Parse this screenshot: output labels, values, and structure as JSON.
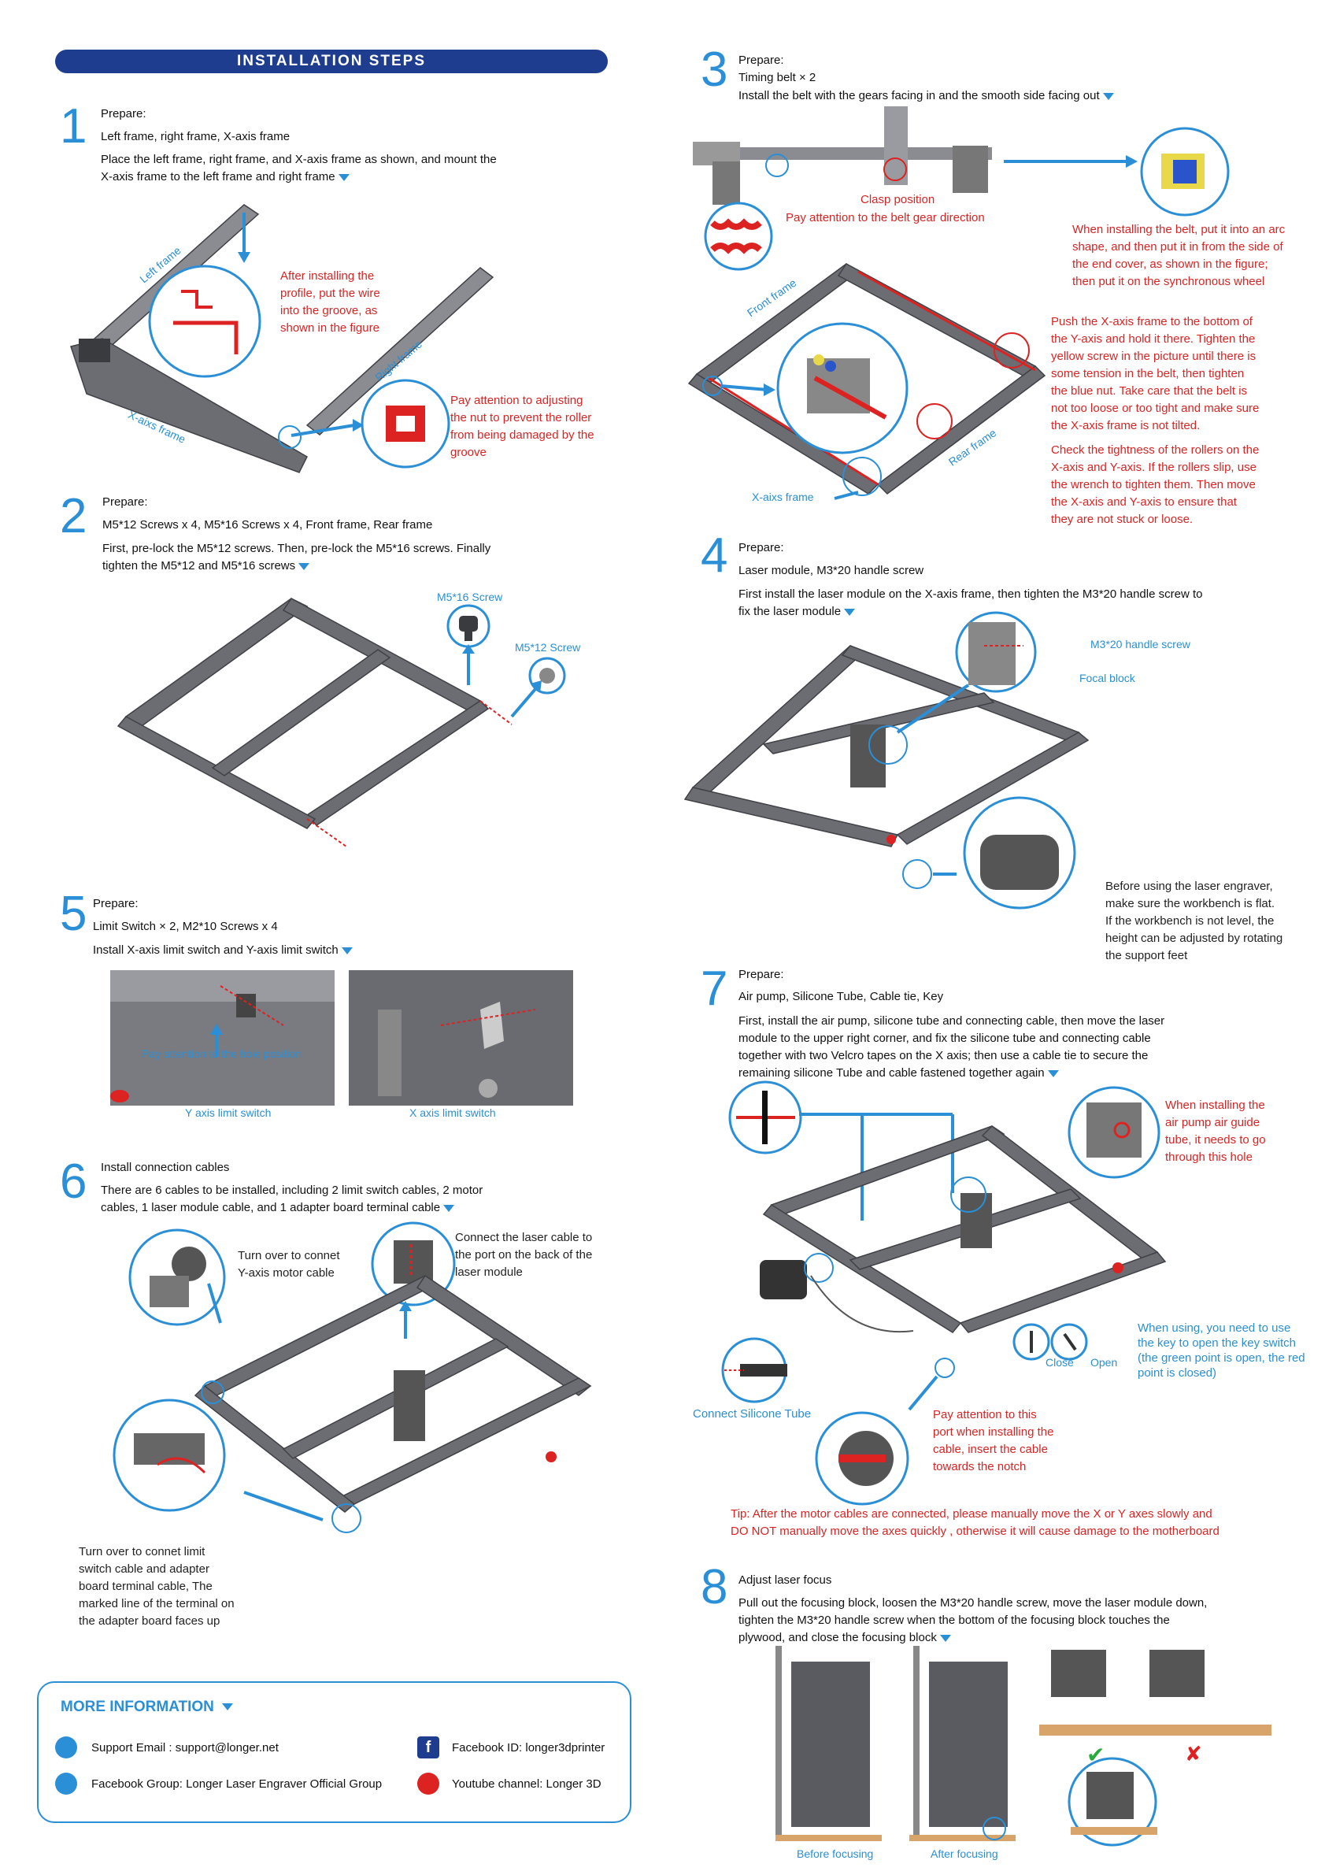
{
  "banner": "INSTALLATION STEPS",
  "step1": {
    "num": "1",
    "prepare": "Prepare:",
    "items": "Left frame, right frame, X-axis frame",
    "desc1": "Place the left frame, right frame, and X-axis frame as shown, and mount the",
    "desc2": "X-axis frame to the left frame and right frame",
    "label_left": "Left frame",
    "label_right": "Right frame",
    "label_x": "X-aixs frame",
    "note1": [
      "After installing the",
      "profile, put the wire",
      "into the groove, as",
      "shown in the figure"
    ],
    "note2": [
      "Pay attention to adjusting",
      "the nut to prevent the roller",
      "from being damaged by the",
      "groove"
    ]
  },
  "step2": {
    "num": "2",
    "prepare": "Prepare:",
    "items": "M5*12 Screws x 4, M5*16 Screws x 4, Front frame, Rear frame",
    "desc1": "First, pre-lock the M5*12 screws. Then, pre-lock the M5*16 screws. Finally",
    "desc2": "tighten the M5*12 and M5*16 screws",
    "label_a": "M5*16 Screw",
    "label_b": "M5*12 Screw"
  },
  "step3": {
    "num": "3",
    "prepare": "Prepare:",
    "items": "Timing belt × 2",
    "desc": "Install the belt with the gears facing in and the smooth side facing out",
    "clasp": "Clasp position",
    "gear": "Pay attention to the belt gear direction",
    "note_install": [
      "When installing the belt, put it into an arc",
      "shape, and then put it in from the side of",
      "the end cover, as shown in the figure;",
      "then put it on the synchronous wheel"
    ],
    "label_front": "Front frame",
    "label_rear": "Rear frame",
    "label_x": "X-aixs frame",
    "note_push": [
      "Push the X-axis frame to the bottom of",
      "the Y-axis and hold it there. Tighten the",
      "yellow screw in the picture until there is",
      "some tension in the belt, then tighten",
      "the blue nut. Take care that the belt is",
      "not too loose or too tight and make sure",
      "the X-axis frame is not tilted."
    ],
    "note_check": [
      "Check the tightness of the rollers on the",
      "X-axis and Y-axis. If the rollers slip, use",
      "the wrench to tighten them. Then move",
      "the X-axis and Y-axis to ensure that",
      "they are not stuck or loose."
    ]
  },
  "step4": {
    "num": "4",
    "prepare": "Prepare:",
    "items": "Laser module,  M3*20 handle screw",
    "desc1": "First install the laser module on the X-axis frame, then tighten the M3*20 handle screw to",
    "desc2": "fix the laser module",
    "label_screw": "M3*20 handle screw",
    "label_focal": "Focal block",
    "note_level": [
      "Before using the laser engraver,",
      "make sure the workbench is flat.",
      "If the workbench is not level, the",
      "height can be adjusted by rotating",
      "the support feet"
    ]
  },
  "step5": {
    "num": "5",
    "prepare": "Prepare:",
    "items": "Limit Switch × 2, M2*10 Screws x 4",
    "desc": "Install X-axis limit switch and Y-axis limit switch",
    "hole": "Pay attention to the hole position",
    "label_y": "Y axis limit switch",
    "label_x": "X axis limit switch"
  },
  "step6": {
    "num": "6",
    "title": "Install connection cables",
    "desc1": "There are 6 cables to be installed, including 2 limit switch cables, 2 motor",
    "desc2": "cables, 1 laser module cable, and 1 adapter board terminal cable",
    "note_motor": [
      "Turn over to connet",
      "Y-axis motor cable"
    ],
    "note_laser": [
      "Connect the laser cable to",
      "the port on the back of the",
      "laser module"
    ],
    "note_limit": [
      "Turn over to connet limit",
      "switch cable and adapter",
      "board terminal cable, The",
      "marked line of the terminal on",
      "the adapter board faces up"
    ]
  },
  "step7": {
    "num": "7",
    "prepare": "Prepare:",
    "items": "Air pump,  Silicone Tube, Cable tie, Key",
    "desc": [
      "First, install the air pump, silicone tube and connecting cable, then move the laser",
      "module to the upper right corner, and fix the silicone tube and connecting cable",
      "together with two Velcro tapes on the X axis; then use a cable tie to secure the",
      "remaining silicone Tube and cable fastened together again"
    ],
    "note_hole": [
      "When installing the",
      "air pump air guide",
      "tube, it needs to go",
      "through this hole"
    ],
    "close": "Close",
    "open": "Open",
    "note_key": [
      "When using, you need to use",
      "the key to open the key switch",
      "(the green point is open, the red",
      "point is closed)"
    ],
    "connect_tube": "Connect Silicone Tube",
    "note_port": [
      "Pay attention to this",
      "port when installing the",
      "cable, insert the cable",
      "towards the notch"
    ],
    "tip1": "Tip: After the motor cables are connected, please manually move the X or Y axes slowly and",
    "tip2": "DO NOT manually move the axes quickly , otherwise it will cause damage to the motherboard"
  },
  "step8": {
    "num": "8",
    "title": "Adjust laser focus",
    "desc": [
      "Pull out the focusing block, loosen the M3*20 handle screw, move the laser module down,",
      "tighten the M3*20 handle screw when the bottom of the focusing block touches the",
      "plywood, and close the focusing block"
    ],
    "before": "Before focusing",
    "after": "After focusing",
    "ok": "✔",
    "no": "✘"
  },
  "more": {
    "title": "MORE INFORMATION",
    "email": "Support Email : support@longer.net",
    "group": "Facebook Group: Longer Laser Engraver Official Group",
    "fbid": "Facebook ID: longer3dprinter",
    "yt": "Youtube channel: Longer 3D",
    "fb_glyph": "f"
  },
  "colors": {
    "accent": "#2a8fd6",
    "banner": "#1f3d8f",
    "warning": "#d22",
    "frame": "#6b6d72"
  }
}
